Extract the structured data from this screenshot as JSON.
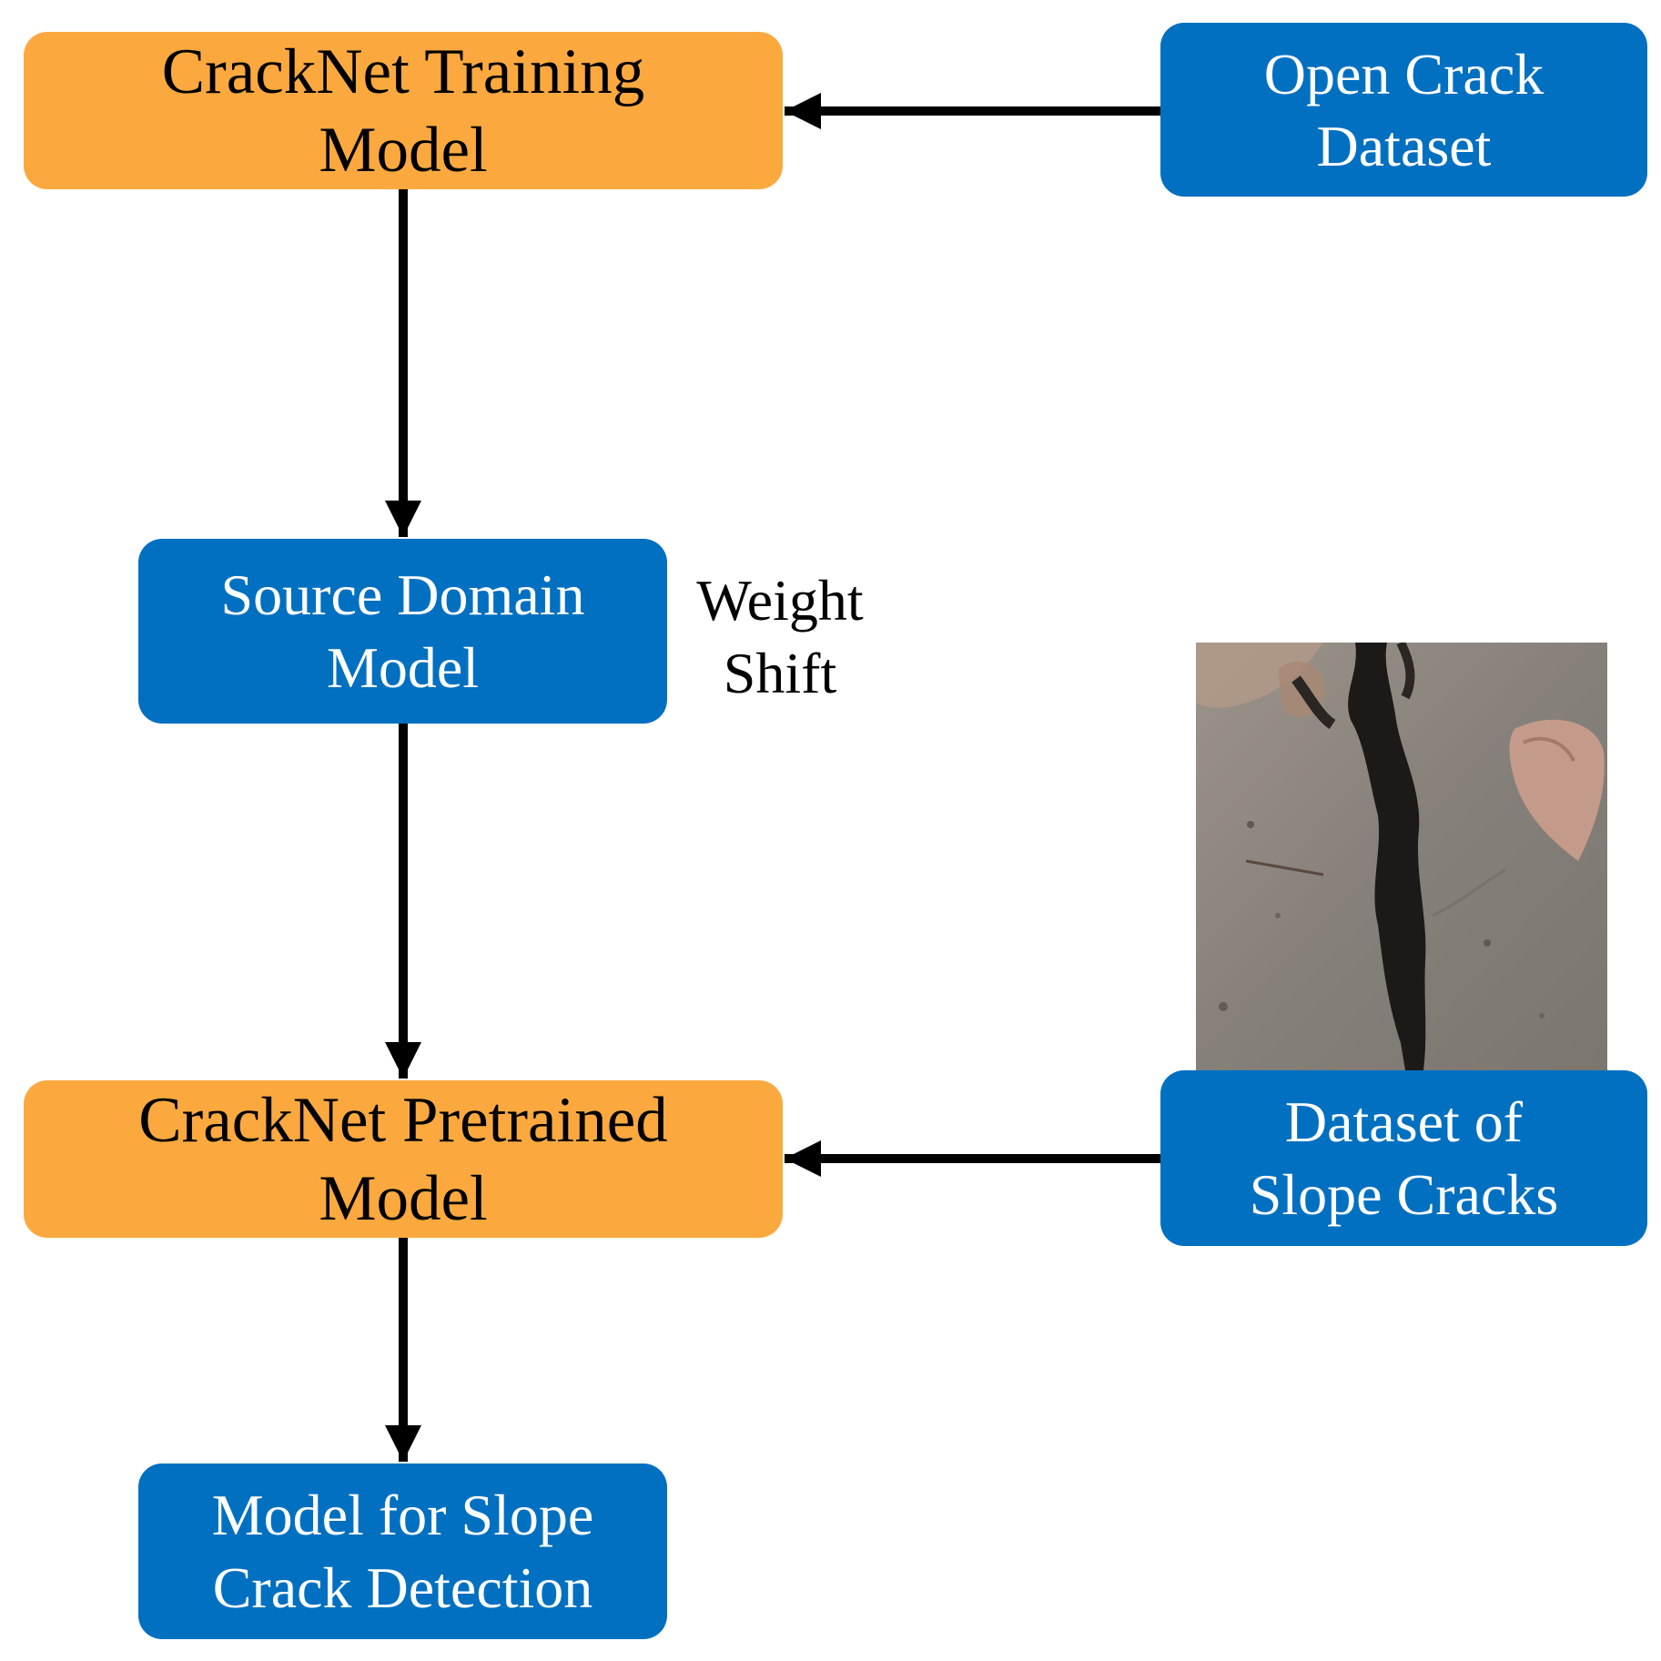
{
  "nodes": {
    "training": {
      "lines": [
        "CrackNet Training",
        "Model"
      ],
      "color": "#fba93f"
    },
    "open_dataset": {
      "lines": [
        "Open Crack",
        "Dataset"
      ],
      "color": "#0170c1"
    },
    "source_domain": {
      "lines": [
        "Source Domain",
        "Model"
      ],
      "color": "#0170c1"
    },
    "pretrained": {
      "lines": [
        "CrackNet Pretrained",
        "Model"
      ],
      "color": "#fba93f"
    },
    "slope_dataset": {
      "lines": [
        "Dataset of",
        "Slope Cracks"
      ],
      "color": "#0170c1"
    },
    "detection": {
      "lines": [
        "Model for Slope",
        "Crack Detection"
      ],
      "color": "#0170c1"
    }
  },
  "edge_label": {
    "lines": [
      "Weight",
      "Shift"
    ]
  },
  "edges": [
    {
      "from": "open_dataset",
      "to": "training"
    },
    {
      "from": "training",
      "to": "source_domain"
    },
    {
      "from": "source_domain",
      "to": "pretrained"
    },
    {
      "from": "slope_dataset",
      "to": "pretrained"
    },
    {
      "from": "pretrained",
      "to": "detection"
    }
  ],
  "image": {
    "subject": "photo of a crack in a concrete slope"
  }
}
